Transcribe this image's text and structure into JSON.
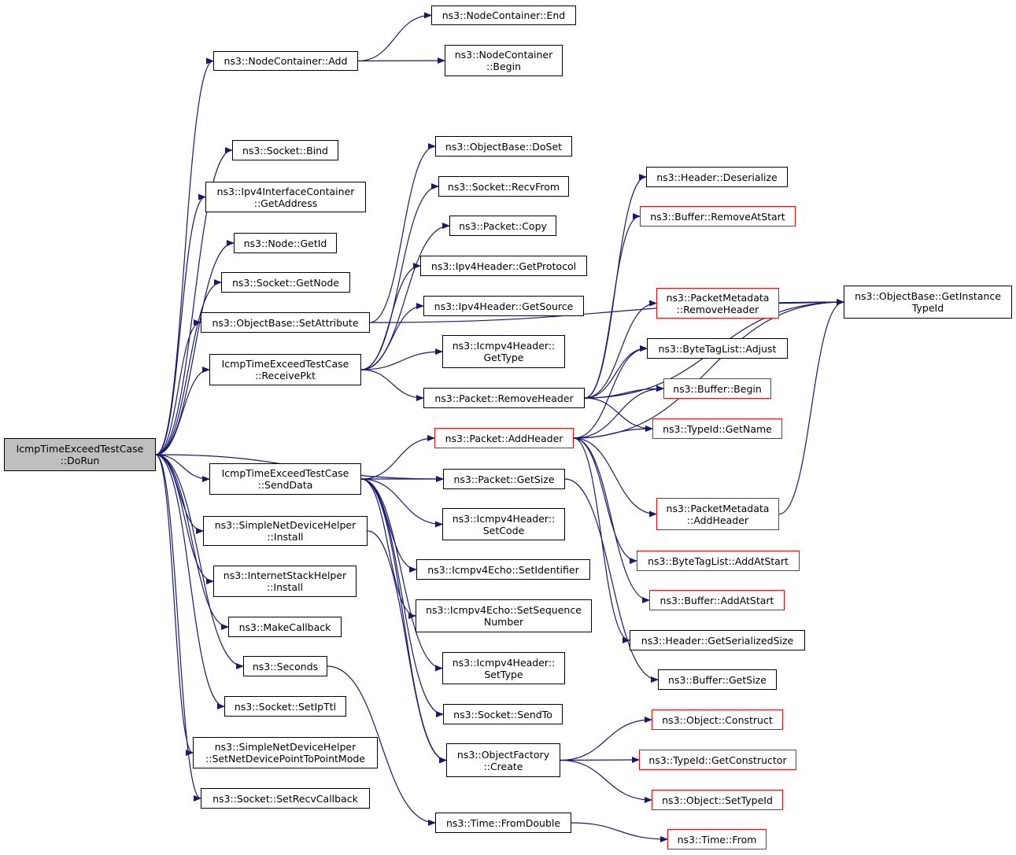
{
  "graph": {
    "colors": {
      "edge": "#191970",
      "node_border": "#000000",
      "incomplete_border": "#ff0000",
      "root_fill": "#bfbfbf"
    },
    "nodes": [
      {
        "id": "dorun",
        "lines": [
          "IcmpTimeExceedTestCase",
          "::DoRun"
        ],
        "root": true
      },
      {
        "id": "nc_add",
        "lines": [
          "ns3::NodeContainer::Add"
        ]
      },
      {
        "id": "nc_end",
        "lines": [
          "ns3::NodeContainer::End"
        ]
      },
      {
        "id": "nc_begin",
        "lines": [
          "ns3::NodeContainer",
          "::Begin"
        ]
      },
      {
        "id": "sock_bind",
        "lines": [
          "ns3::Socket::Bind"
        ]
      },
      {
        "id": "ipv4ic_getaddr",
        "lines": [
          "ns3::Ipv4InterfaceContainer",
          "::GetAddress"
        ]
      },
      {
        "id": "node_getid",
        "lines": [
          "ns3::Node::GetId"
        ]
      },
      {
        "id": "sock_getnode",
        "lines": [
          "ns3::Socket::GetNode"
        ]
      },
      {
        "id": "ob_setattr",
        "lines": [
          "ns3::ObjectBase::SetAttribute"
        ]
      },
      {
        "id": "recvpkt",
        "lines": [
          "IcmpTimeExceedTestCase",
          "::ReceivePkt"
        ]
      },
      {
        "id": "senddata",
        "lines": [
          "IcmpTimeExceedTestCase",
          "::SendData"
        ]
      },
      {
        "id": "sndh_install",
        "lines": [
          "ns3::SimpleNetDeviceHelper",
          "::Install"
        ]
      },
      {
        "id": "ish_install",
        "lines": [
          "ns3::InternetStackHelper",
          "::Install"
        ]
      },
      {
        "id": "makecb",
        "lines": [
          "ns3::MakeCallback"
        ]
      },
      {
        "id": "seconds",
        "lines": [
          "ns3::Seconds"
        ]
      },
      {
        "id": "sock_setipttl",
        "lines": [
          "ns3::Socket::SetIpTtl"
        ]
      },
      {
        "id": "sndh_setmode",
        "lines": [
          "ns3::SimpleNetDeviceHelper",
          "::SetNetDevicePointToPointMode"
        ]
      },
      {
        "id": "sock_setrecvcb",
        "lines": [
          "ns3::Socket::SetRecvCallback"
        ]
      },
      {
        "id": "ob_doset",
        "lines": [
          "ns3::ObjectBase::DoSet"
        ]
      },
      {
        "id": "sock_recvfrom",
        "lines": [
          "ns3::Socket::RecvFrom"
        ]
      },
      {
        "id": "pkt_copy",
        "lines": [
          "ns3::Packet::Copy"
        ]
      },
      {
        "id": "ipv4h_getproto",
        "lines": [
          "ns3::Ipv4Header::GetProtocol"
        ]
      },
      {
        "id": "ipv4h_getsrc",
        "lines": [
          "ns3::Ipv4Header::GetSource"
        ]
      },
      {
        "id": "icmpv4h_gettype",
        "lines": [
          "ns3::Icmpv4Header::",
          "GetType"
        ]
      },
      {
        "id": "pkt_removeheader",
        "lines": [
          "ns3::Packet::RemoveHeader"
        ]
      },
      {
        "id": "pkt_addheader",
        "lines": [
          "ns3::Packet::AddHeader"
        ],
        "incomplete": true
      },
      {
        "id": "pkt_getsize",
        "lines": [
          "ns3::Packet::GetSize"
        ]
      },
      {
        "id": "icmpv4h_setcode",
        "lines": [
          "ns3::Icmpv4Header::",
          "SetCode"
        ]
      },
      {
        "id": "icmpv4echo_setid",
        "lines": [
          "ns3::Icmpv4Echo::SetIdentifier"
        ]
      },
      {
        "id": "icmpv4echo_setseq",
        "lines": [
          "ns3::Icmpv4Echo::SetSequence",
          "Number"
        ]
      },
      {
        "id": "icmpv4h_settype",
        "lines": [
          "ns3::Icmpv4Header::",
          "SetType"
        ]
      },
      {
        "id": "sock_sendto",
        "lines": [
          "ns3::Socket::SendTo"
        ]
      },
      {
        "id": "of_create",
        "lines": [
          "ns3::ObjectFactory",
          "::Create"
        ]
      },
      {
        "id": "time_fromdouble",
        "lines": [
          "ns3::Time::FromDouble"
        ]
      },
      {
        "id": "hdr_deserialize",
        "lines": [
          "ns3::Header::Deserialize"
        ]
      },
      {
        "id": "buf_removeatstart",
        "lines": [
          "ns3::Buffer::RemoveAtStart"
        ],
        "incomplete": true
      },
      {
        "id": "pm_removeheader",
        "lines": [
          "ns3::PacketMetadata",
          "::RemoveHeader"
        ],
        "incomplete": true
      },
      {
        "id": "btl_adjust",
        "lines": [
          "ns3::ByteTagList::Adjust"
        ]
      },
      {
        "id": "buf_begin",
        "lines": [
          "ns3::Buffer::Begin"
        ],
        "incomplete": true
      },
      {
        "id": "tid_getname",
        "lines": [
          "ns3::TypeId::GetName"
        ],
        "incomplete": true
      },
      {
        "id": "pm_addheader",
        "lines": [
          "ns3::PacketMetadata",
          "::AddHeader"
        ],
        "incomplete": true
      },
      {
        "id": "btl_addatstart",
        "lines": [
          "ns3::ByteTagList::AddAtStart"
        ],
        "incomplete": true
      },
      {
        "id": "buf_addatstart",
        "lines": [
          "ns3::Buffer::AddAtStart"
        ],
        "incomplete": true
      },
      {
        "id": "hdr_getsersize",
        "lines": [
          "ns3::Header::GetSerializedSize"
        ]
      },
      {
        "id": "buf_getsize",
        "lines": [
          "ns3::Buffer::GetSize"
        ]
      },
      {
        "id": "obj_construct",
        "lines": [
          "ns3::Object::Construct"
        ],
        "incomplete": true
      },
      {
        "id": "tid_getctor",
        "lines": [
          "ns3::TypeId::GetConstructor"
        ],
        "incomplete": true
      },
      {
        "id": "obj_settypeid",
        "lines": [
          "ns3::Object::SetTypeId"
        ],
        "incomplete": true
      },
      {
        "id": "time_from",
        "lines": [
          "ns3::Time::From"
        ],
        "incomplete": true
      },
      {
        "id": "ob_getinsttypeid",
        "lines": [
          "ns3::ObjectBase::GetInstance",
          "TypeId"
        ]
      }
    ],
    "edges": [
      [
        "dorun",
        "nc_add"
      ],
      [
        "dorun",
        "sock_bind"
      ],
      [
        "dorun",
        "ipv4ic_getaddr"
      ],
      [
        "dorun",
        "node_getid"
      ],
      [
        "dorun",
        "sock_getnode"
      ],
      [
        "dorun",
        "ob_setattr"
      ],
      [
        "dorun",
        "recvpkt"
      ],
      [
        "dorun",
        "senddata"
      ],
      [
        "dorun",
        "pkt_getsize"
      ],
      [
        "dorun",
        "sndh_install"
      ],
      [
        "dorun",
        "ish_install"
      ],
      [
        "dorun",
        "makecb"
      ],
      [
        "dorun",
        "seconds"
      ],
      [
        "dorun",
        "sock_setipttl"
      ],
      [
        "dorun",
        "sndh_setmode"
      ],
      [
        "dorun",
        "sock_setrecvcb"
      ],
      [
        "nc_add",
        "nc_end"
      ],
      [
        "nc_add",
        "nc_begin"
      ],
      [
        "ob_setattr",
        "ob_doset"
      ],
      [
        "ob_setattr",
        "ob_getinsttypeid"
      ],
      [
        "recvpkt",
        "sock_recvfrom"
      ],
      [
        "recvpkt",
        "pkt_copy"
      ],
      [
        "recvpkt",
        "ipv4h_getproto"
      ],
      [
        "recvpkt",
        "ipv4h_getsrc"
      ],
      [
        "recvpkt",
        "icmpv4h_gettype"
      ],
      [
        "recvpkt",
        "pkt_removeheader"
      ],
      [
        "senddata",
        "pkt_addheader"
      ],
      [
        "senddata",
        "pkt_getsize"
      ],
      [
        "senddata",
        "icmpv4h_setcode"
      ],
      [
        "senddata",
        "icmpv4echo_setid"
      ],
      [
        "senddata",
        "icmpv4echo_setseq"
      ],
      [
        "senddata",
        "icmpv4h_settype"
      ],
      [
        "senddata",
        "sock_sendto"
      ],
      [
        "senddata",
        "of_create"
      ],
      [
        "sndh_install",
        "of_create"
      ],
      [
        "seconds",
        "time_fromdouble"
      ],
      [
        "pkt_removeheader",
        "hdr_deserialize"
      ],
      [
        "pkt_removeheader",
        "buf_removeatstart"
      ],
      [
        "pkt_removeheader",
        "pm_removeheader"
      ],
      [
        "pkt_removeheader",
        "btl_adjust"
      ],
      [
        "pkt_removeheader",
        "buf_begin"
      ],
      [
        "pkt_removeheader",
        "tid_getname"
      ],
      [
        "pkt_removeheader",
        "ob_getinsttypeid"
      ],
      [
        "pkt_addheader",
        "btl_adjust"
      ],
      [
        "pkt_addheader",
        "buf_begin"
      ],
      [
        "pkt_addheader",
        "tid_getname"
      ],
      [
        "pkt_addheader",
        "pm_addheader"
      ],
      [
        "pkt_addheader",
        "btl_addatstart"
      ],
      [
        "pkt_addheader",
        "buf_addatstart"
      ],
      [
        "pkt_addheader",
        "hdr_getsersize"
      ],
      [
        "pkt_addheader",
        "ob_getinsttypeid"
      ],
      [
        "pkt_getsize",
        "buf_getsize"
      ],
      [
        "pm_removeheader",
        "ob_getinsttypeid"
      ],
      [
        "pm_addheader",
        "ob_getinsttypeid"
      ],
      [
        "of_create",
        "obj_construct"
      ],
      [
        "of_create",
        "tid_getctor"
      ],
      [
        "of_create",
        "obj_settypeid"
      ],
      [
        "time_fromdouble",
        "time_from"
      ]
    ]
  }
}
